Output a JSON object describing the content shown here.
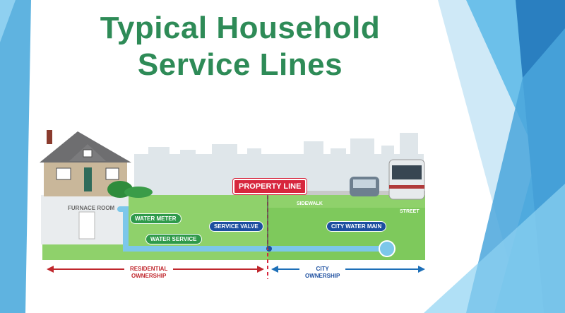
{
  "title": {
    "line1": "Typical Household",
    "line2": "Service Lines"
  },
  "diagram": {
    "property_line": "PROPERTY LINE",
    "furnace_room": "FURNACE ROOM",
    "sidewalk": "SIDEWALK",
    "street": "STREET",
    "water_meter": "WATER METER",
    "water_service": "WATER SERVICE",
    "service_valve": "SERVICE VALVE",
    "city_water_main": "CITY WATER MAIN",
    "residential_line1": "RESIDENTIAL",
    "residential_line2": "OWNERSHIP",
    "city_line1": "CITY",
    "city_line2": "OWNERSHIP"
  },
  "colors": {
    "title_green": "#2e8b57",
    "pipe_blue": "#7cc7ea",
    "grass_green": "#8cd06a",
    "property_red": "#d7263d",
    "ownership_blue": "#1d6fb8"
  }
}
